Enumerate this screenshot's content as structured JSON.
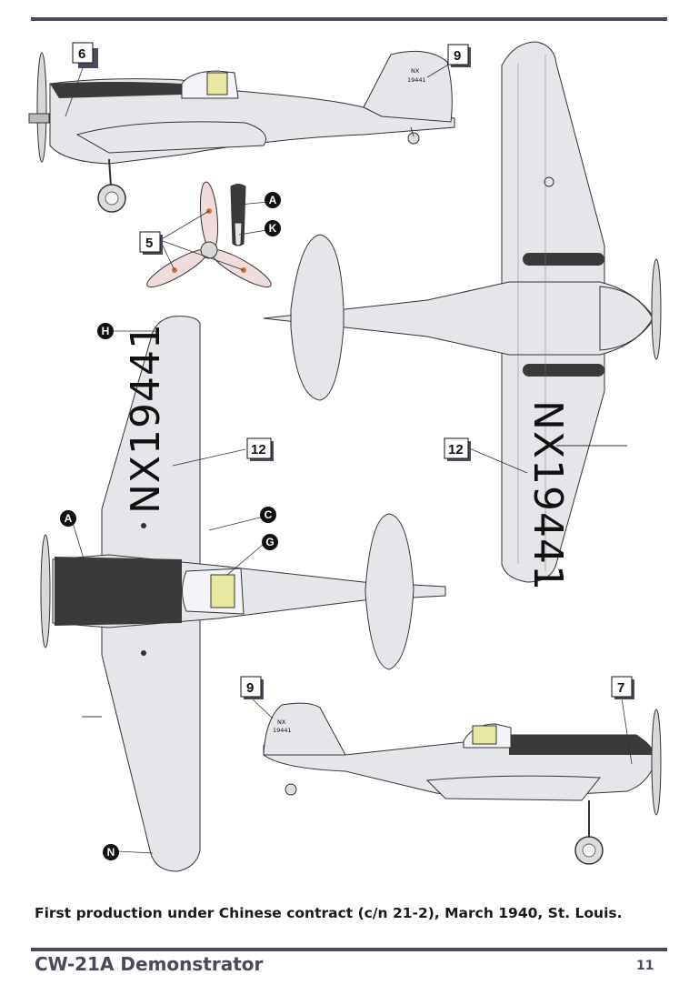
{
  "callouts": {
    "n6": "6",
    "n9_top": "9",
    "n5": "5",
    "n12_left": "12",
    "n12_right": "12",
    "n9_bottom": "9",
    "n7": "7"
  },
  "letters": {
    "a_prop": "A",
    "k_prop": "K",
    "h_wing": "H",
    "a_top": "A",
    "c_top": "C",
    "g_top": "G",
    "n_wing": "N"
  },
  "registration": {
    "wing_top": "NX19441",
    "wing_bottom": "NX19441",
    "tail_nx": "NX",
    "tail_num": "19441"
  },
  "caption": "First production under Chinese contract (c/n 21-2), March 1940, St. Louis.",
  "footer": {
    "title": "CW-21A Demonstrator",
    "page_number": "11"
  },
  "colors": {
    "airframe": "#e4e6ea",
    "anti_glare": "#3a3a3a",
    "rule": "#4a4a5c",
    "canopy_tint": "#e8e8a0",
    "propeller_tip": "#c8703a"
  }
}
